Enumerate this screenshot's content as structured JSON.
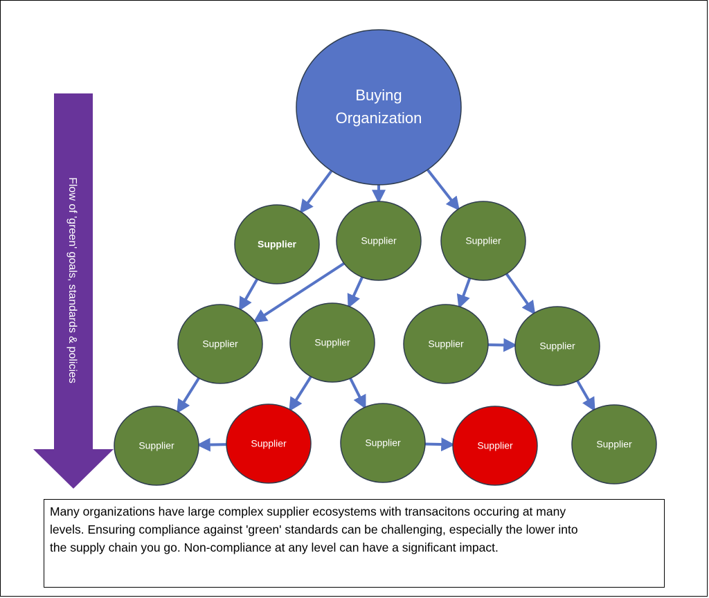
{
  "diagram": {
    "root": {
      "id": "root",
      "label_lines": [
        "Buying",
        "Organization"
      ],
      "color": "#5674c6"
    },
    "nodes": [
      {
        "id": "s1a",
        "label": "Supplier",
        "bold": true,
        "color": "#62843c"
      },
      {
        "id": "s1b",
        "label": "Supplier",
        "color": "#62843c"
      },
      {
        "id": "s1c",
        "label": "Supplier",
        "color": "#62843c"
      },
      {
        "id": "s2a",
        "label": "Supplier",
        "color": "#62843c"
      },
      {
        "id": "s2b",
        "label": "Supplier",
        "color": "#62843c"
      },
      {
        "id": "s2c",
        "label": "Supplier",
        "color": "#62843c"
      },
      {
        "id": "s2d",
        "label": "Supplier",
        "color": "#62843c"
      },
      {
        "id": "s3a",
        "label": "Supplier",
        "color": "#62843c"
      },
      {
        "id": "s3b",
        "label": "Supplier",
        "status": "non-compliant",
        "color": "#e00000"
      },
      {
        "id": "s3c",
        "label": "Supplier",
        "color": "#62843c"
      },
      {
        "id": "s3d",
        "label": "Supplier",
        "status": "non-compliant",
        "color": "#e00000"
      },
      {
        "id": "s3e",
        "label": "Supplier",
        "color": "#62843c"
      }
    ],
    "edges": [
      [
        "root",
        "s1a"
      ],
      [
        "root",
        "s1b"
      ],
      [
        "root",
        "s1c"
      ],
      [
        "s1a",
        "s2a"
      ],
      [
        "s1b",
        "s2a"
      ],
      [
        "s1b",
        "s2b"
      ],
      [
        "s1c",
        "s2c"
      ],
      [
        "s1c",
        "s2d"
      ],
      [
        "s2c",
        "s2d"
      ],
      [
        "s2a",
        "s3a"
      ],
      [
        "s3b",
        "s3a"
      ],
      [
        "s2b",
        "s3b"
      ],
      [
        "s2b",
        "s3c"
      ],
      [
        "s3c",
        "s3d"
      ],
      [
        "s2d",
        "s3e"
      ]
    ],
    "arrow_color": "#5674c6",
    "flow_arrow": {
      "label": "Flow of 'green' goals, standards & policies",
      "color": "#68349a"
    }
  },
  "caption": {
    "lines": [
      "Many organizations have large complex supplier ecosystems with transacitons occuring at many",
      "levels.  Ensuring compliance against 'green' standards can be challenging, especially the lower into",
      "the supply chain you go.  Non-compliance at any level can have a significant impact."
    ]
  }
}
